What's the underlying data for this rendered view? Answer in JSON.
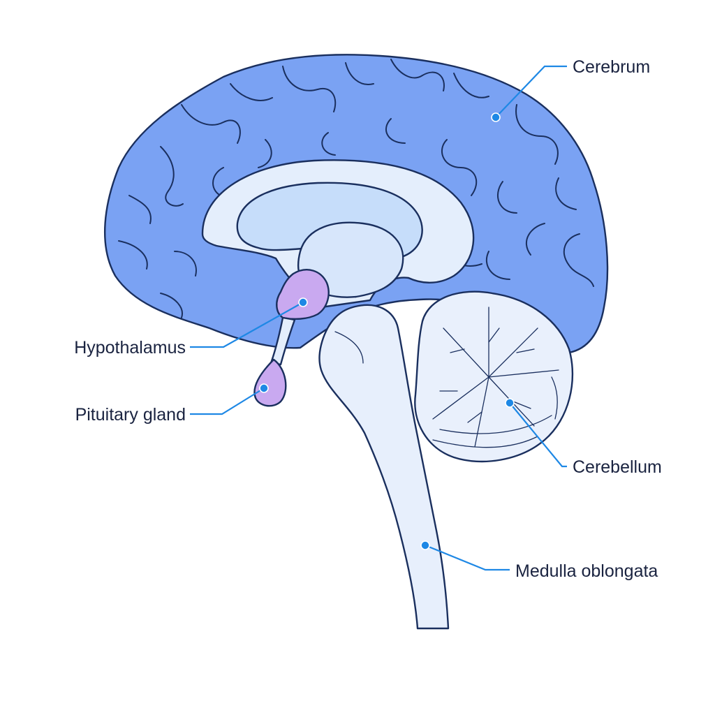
{
  "labels": {
    "cerebrum": "Cerebrum",
    "hypothalamus": "Hypothalamus",
    "pituitary": "Pituitary gland",
    "cerebellum": "Cerebellum",
    "medulla": "Medulla oblongata"
  },
  "colors": {
    "cerebrum": "#7aa2f3",
    "inner": "#e4eefc",
    "ventricle": "#c6ddfa",
    "hypothalamus": "#c9a9f0",
    "cerebellum": "#e9f0fc",
    "stem": "#e7effc",
    "outline": "#1a2f5e",
    "leader": "#1e88e5"
  }
}
